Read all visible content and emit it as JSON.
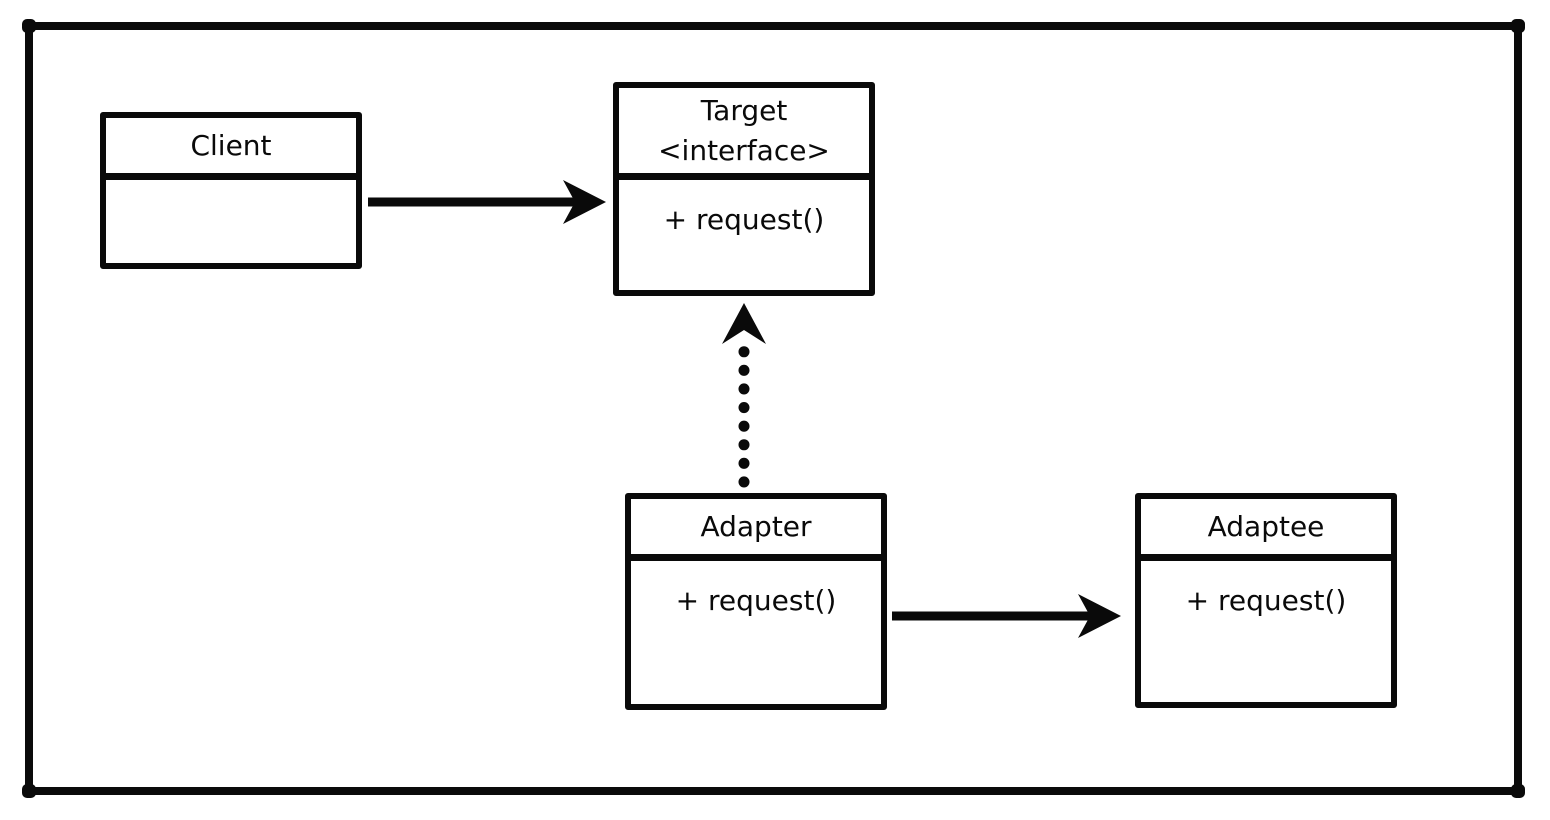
{
  "classes": {
    "client": {
      "name": "Client"
    },
    "target": {
      "name": "Target",
      "stereotype": "<interface>",
      "method": "+ request()"
    },
    "adapter": {
      "name": "Adapter",
      "method": "+ request()"
    },
    "adaptee": {
      "name": "Adaptee",
      "method": "+ request()"
    }
  },
  "relationships": [
    {
      "from": "Client",
      "to": "Target",
      "style": "solid-arrow"
    },
    {
      "from": "Adapter",
      "to": "Target",
      "style": "dotted-arrow"
    },
    {
      "from": "Adapter",
      "to": "Adaptee",
      "style": "solid-arrow"
    }
  ],
  "colors": {
    "line": "#0a0a0a",
    "background": "#ffffff"
  }
}
